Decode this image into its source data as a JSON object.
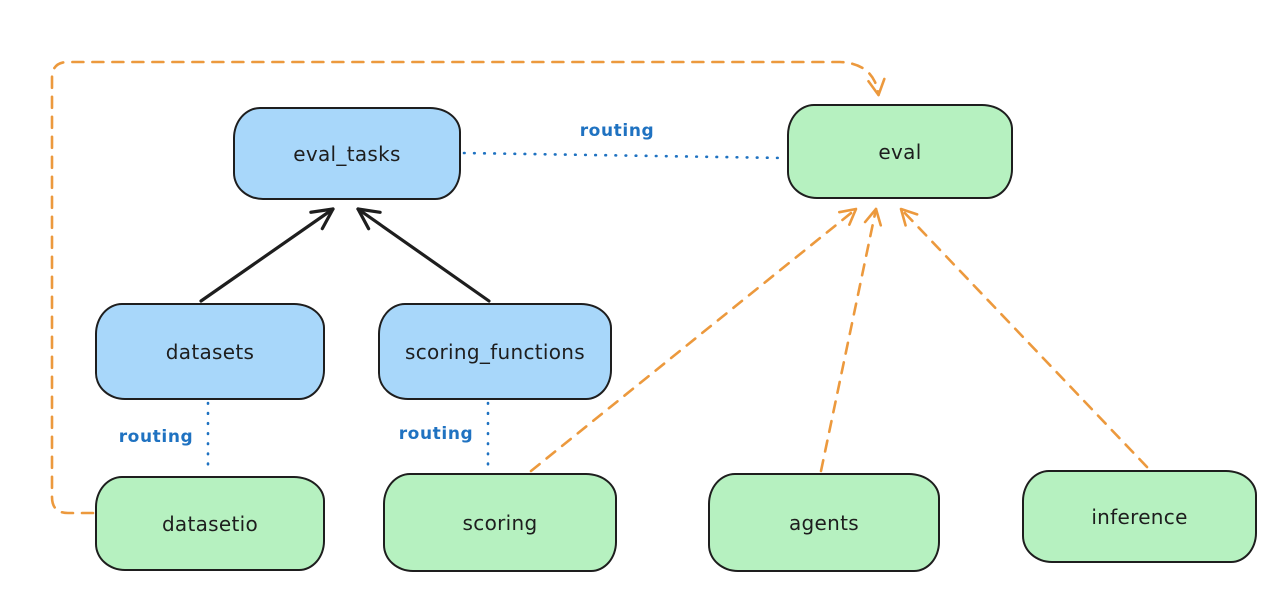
{
  "colors": {
    "bg": "#ffffff",
    "blue_fill": "#a8d7fa",
    "green_fill": "#b6f1c0",
    "stroke": "#1e1e1e",
    "routing_blue": "#1f72c1",
    "orange": "#ec993d"
  },
  "nodes": {
    "eval_tasks": {
      "label": "eval_tasks",
      "color": "blue"
    },
    "eval": {
      "label": "eval",
      "color": "green"
    },
    "datasets": {
      "label": "datasets",
      "color": "blue"
    },
    "scoring_functions": {
      "label": "scoring_functions",
      "color": "blue"
    },
    "datasetio": {
      "label": "datasetio",
      "color": "green"
    },
    "scoring": {
      "label": "scoring",
      "color": "green"
    },
    "agents": {
      "label": "agents",
      "color": "green"
    },
    "inference": {
      "label": "inference",
      "color": "green"
    }
  },
  "edge_labels": {
    "routing_top": "routing",
    "routing_datasets": "routing",
    "routing_scoring": "routing"
  },
  "edges": [
    {
      "from": "datasets",
      "to": "eval_tasks",
      "style": "solid",
      "color": "black",
      "arrow": true
    },
    {
      "from": "scoring_functions",
      "to": "eval_tasks",
      "style": "solid",
      "color": "black",
      "arrow": true
    },
    {
      "from": "eval_tasks",
      "to": "eval",
      "style": "dotted",
      "color": "blue",
      "label": "routing",
      "arrow": false
    },
    {
      "from": "datasets",
      "to": "datasetio",
      "style": "dotted",
      "color": "blue",
      "label": "routing",
      "arrow": false
    },
    {
      "from": "scoring_functions",
      "to": "scoring",
      "style": "dotted",
      "color": "blue",
      "label": "routing",
      "arrow": false
    },
    {
      "from": "datasetio",
      "to": "eval",
      "style": "dashed",
      "color": "orange",
      "arrow": true
    },
    {
      "from": "scoring",
      "to": "eval",
      "style": "dashed",
      "color": "orange",
      "arrow": true
    },
    {
      "from": "agents",
      "to": "eval",
      "style": "dashed",
      "color": "orange",
      "arrow": true
    },
    {
      "from": "inference",
      "to": "eval",
      "style": "dashed",
      "color": "orange",
      "arrow": true
    }
  ]
}
